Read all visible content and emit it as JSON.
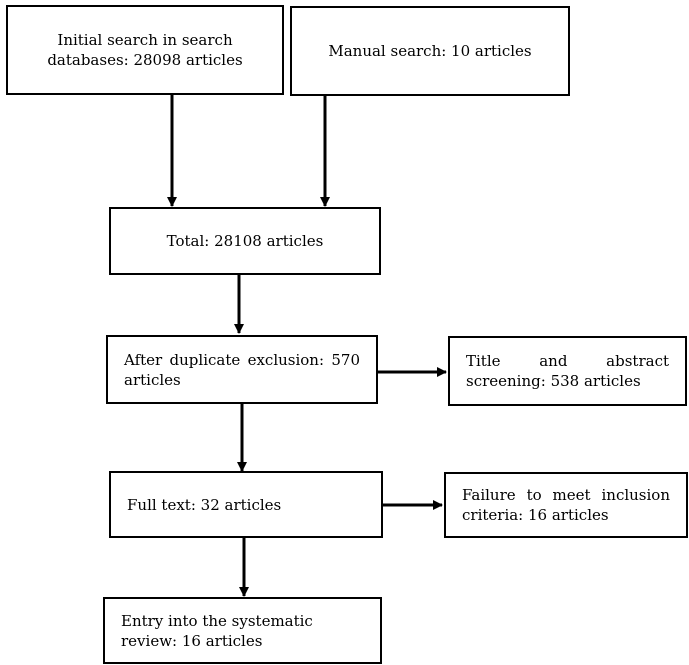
{
  "flowchart": {
    "boxes": {
      "initial_search": "Initial search in search databases:  28098  articles",
      "manual_search": "Manual search: 10 articles",
      "total": "Total: 28108  articles",
      "after_duplicate": "After duplicate exclusion: 570 articles",
      "title_abstract": "Title and abstract screening: 538 articles",
      "full_text": "Full text: 32 articles",
      "failure_inclusion": "Failure to meet inclusion criteria: 16 articles",
      "entry_review": "Entry into the systematic review: 16 articles"
    }
  }
}
